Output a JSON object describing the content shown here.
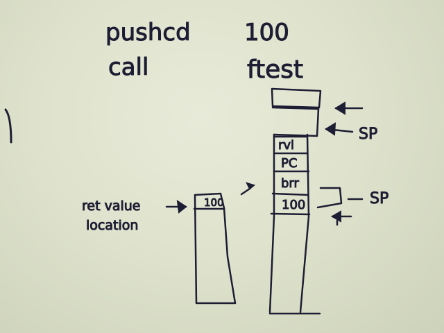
{
  "code": {
    "line1": {
      "instruction": "pushcd",
      "operand": "100"
    },
    "line2": {
      "instruction": "call",
      "operand": "ftest"
    }
  },
  "caller_frame": {
    "annotation": "ret value location",
    "annotation_line1": "ret value",
    "annotation_line2": "location",
    "slot_value": "100"
  },
  "stack": {
    "cells": [
      "rvl",
      "PC",
      "brr",
      "100"
    ]
  },
  "pointers": {
    "sp_upper": "SP",
    "sp_lower": "SP"
  },
  "colors": {
    "ink": "#1d1d33",
    "board": "#e2e5d1"
  }
}
